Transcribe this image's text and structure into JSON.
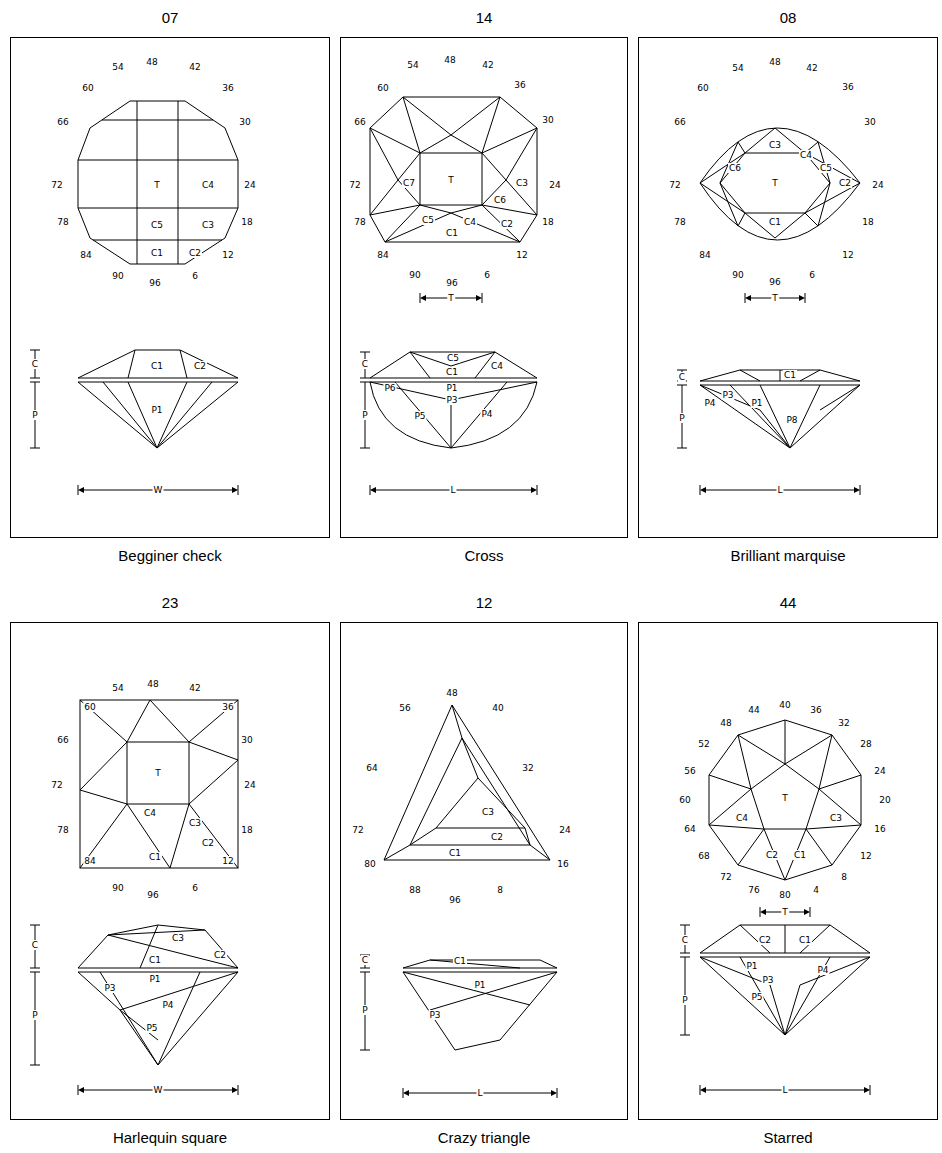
{
  "diagram": {
    "nodes": [
      {
        "text": [
          "07",
          "Begginer check"
        ]
      },
      {
        "text": [
          "14",
          "Cross"
        ]
      },
      {
        "text": [
          "08",
          "Brilliant marquise"
        ]
      },
      {
        "text": [
          "23",
          "Harlequin square"
        ]
      },
      {
        "text": [
          "12",
          "Crazy triangle"
        ]
      },
      {
        "text": [
          "44",
          "Starred"
        ]
      }
    ],
    "labels": [
      "54",
      "48",
      "42",
      "60",
      "36",
      "66",
      "30",
      "72",
      "T",
      "C4",
      "24",
      "78",
      "C5",
      "C3",
      "18",
      "84",
      "C1",
      "C2",
      "12",
      "90",
      "6",
      "96",
      "C",
      "C1",
      "C2",
      "P1",
      "P",
      "W",
      "54",
      "48",
      "42",
      "60",
      "36",
      "66",
      "30",
      "72",
      "C7",
      "T",
      "C3",
      "24",
      "C6",
      "78",
      "C5",
      "C4",
      "C2",
      "18",
      "84",
      "C1",
      "12",
      "90",
      "6",
      "96",
      "T",
      "C",
      "C5",
      "C4",
      "C1",
      "P6",
      "P1",
      "P3",
      "P",
      "P4",
      "P5",
      "L",
      "54",
      "48",
      "42",
      "60",
      "36",
      "66",
      "30",
      "C3",
      "C4",
      "C6",
      "C5",
      "72",
      "T",
      "C2",
      "24",
      "78",
      "C1",
      "18",
      "84",
      "12",
      "90",
      "6",
      "96",
      "T",
      "C",
      "C1",
      "P3",
      "P4",
      "P1",
      "P",
      "P8",
      "L",
      "54",
      "48",
      "42",
      "60",
      "36",
      "66",
      "30",
      "72",
      "T",
      "24",
      "C4",
      "78",
      "18",
      "C3",
      "C2",
      "C1",
      "84",
      "12",
      "90",
      "6",
      "96",
      "C",
      "C3",
      "C2",
      "C1",
      "P1",
      "P3",
      "P4",
      "P",
      "P5",
      "W",
      "48",
      "56",
      "40",
      "64",
      "32",
      "72",
      "24",
      "C3",
      "C2",
      "C1",
      "80",
      "16",
      "88",
      "8",
      "96",
      "C",
      "C1",
      "P1",
      "P",
      "P3",
      "L",
      "40",
      "44",
      "36",
      "48",
      "32",
      "52",
      "28",
      "56",
      "24",
      "60",
      "T",
      "20",
      "64",
      "16",
      "C4",
      "C3",
      "68",
      "12",
      "C2",
      "C1",
      "72",
      "8",
      "76",
      "4",
      "80",
      "T",
      "C",
      "C2",
      "C1",
      "P1",
      "P4",
      "P3",
      "P5",
      "P",
      "L"
    ]
  }
}
